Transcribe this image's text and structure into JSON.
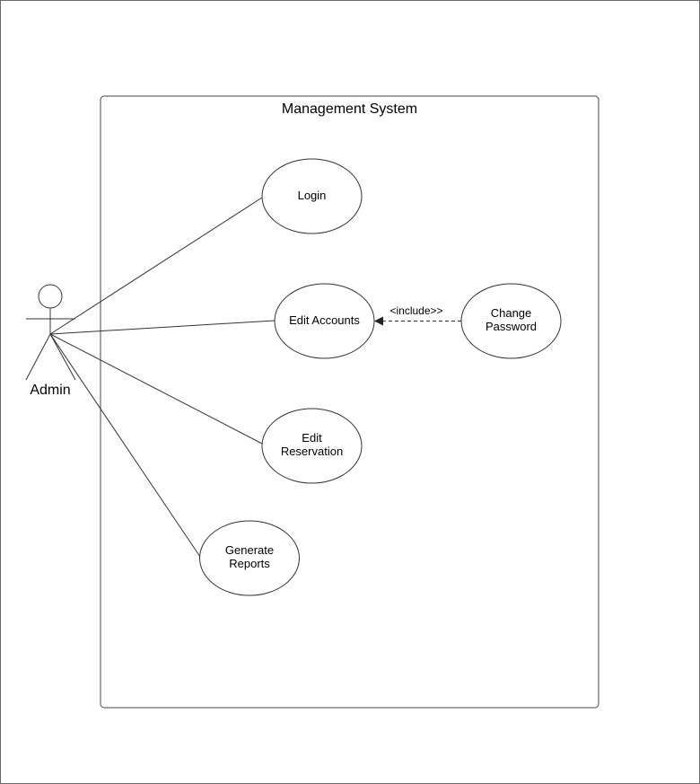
{
  "diagram": {
    "system": {
      "title": "Management System"
    },
    "actor": {
      "label": "Admin"
    },
    "use_cases": {
      "login": {
        "lines": [
          "Login"
        ]
      },
      "edit_accounts": {
        "lines": [
          "Edit Accounts"
        ]
      },
      "change_password": {
        "lines": [
          "Change",
          "Password"
        ]
      },
      "edit_reservation": {
        "lines": [
          "Edit",
          "Reservation"
        ]
      },
      "generate_reports": {
        "lines": [
          "Generate",
          "Reports"
        ]
      }
    },
    "relations": {
      "include_label": "<include>>"
    }
  }
}
